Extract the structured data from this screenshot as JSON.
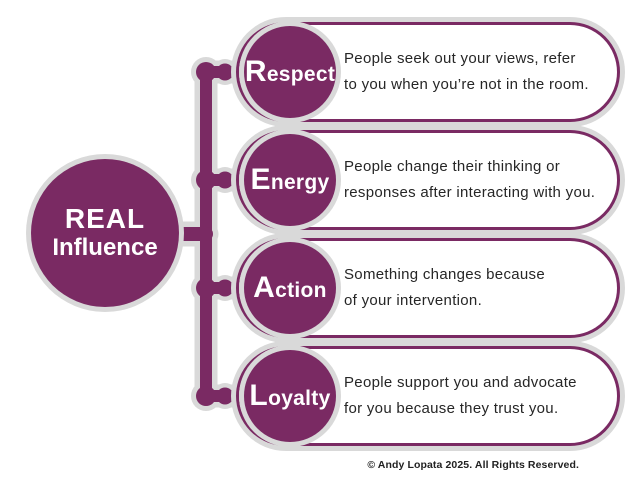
{
  "hub": {
    "line1": "REAL",
    "line2": "Influence"
  },
  "rows": [
    {
      "label_initial": "R",
      "label_rest": "espect",
      "desc_line1": "People seek out your views, refer",
      "desc_line2": "to you when you’re not in the room."
    },
    {
      "label_initial": "E",
      "label_rest": "nergy",
      "desc_line1": "People change their thinking or",
      "desc_line2": "responses after interacting with you."
    },
    {
      "label_initial": "A",
      "label_rest": "ction",
      "desc_line1": "Something changes because",
      "desc_line2": "of your intervention."
    },
    {
      "label_initial": "L",
      "label_rest": "oyalty",
      "desc_line1": "People support you and advocate",
      "desc_line2": "for you because they trust you."
    }
  ],
  "footer": {
    "copyright": "© Andy Lopata 2025. All Rights Reserved."
  },
  "colors": {
    "purple": "#7a2a63",
    "outline_gray": "#d9d9d9",
    "text_dark": "#262626"
  }
}
